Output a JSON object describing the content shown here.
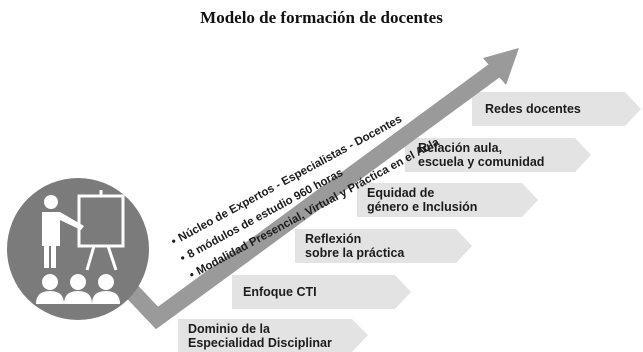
{
  "title": "Modelo de formación de docentes",
  "bullets": [
    "Núcleo de Expertos - Especialistas - Docentes",
    "8 módulos de estudio 960 horas",
    "Modalidad Presencial, Virtual y Práctica en el Aula"
  ],
  "steps": [
    {
      "line1": "Dominio de la",
      "line2": "Especialidad Disciplinar"
    },
    {
      "line1": "Enfoque CTI",
      "line2": ""
    },
    {
      "line1": "Reflexión",
      "line2": "sobre la práctica"
    },
    {
      "line1": "Equidad de",
      "line2": "género e Inclusión"
    },
    {
      "line1": "Relación aula,",
      "line2": "escuela y comunidad"
    },
    {
      "line1": "Redes docentes",
      "line2": ""
    }
  ],
  "colors": {
    "arrow": "#9a9a9a",
    "step_fill": "#e3e3e3",
    "icon_bg": "#7b7b7b",
    "icon_fg": "#ffffff"
  },
  "icons": {
    "presenter": "teacher-at-board-icon"
  }
}
